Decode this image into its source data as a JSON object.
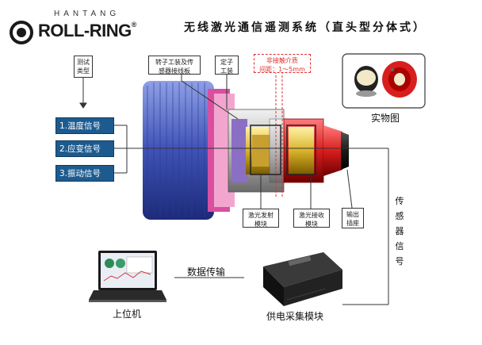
{
  "brand": {
    "top_text": "HANTANG",
    "main_text": "ROLL-RING",
    "reg_mark": "®"
  },
  "title": "无线激光通信遥测系统（直头型分体式）",
  "callouts": {
    "test_type": "测试\n类型",
    "rotor_fixture": "转子工装及传\n感器接线板",
    "stator_fixture": "定子\n工装",
    "gap": "非接触介质\n间距：1～5mm",
    "laser_tx": "激光发射\n模块",
    "laser_rx": "激光接收\n模块",
    "output_socket": "输出\n插座"
  },
  "signals": [
    {
      "label": "1.温度信号"
    },
    {
      "label": "2.应变信号"
    },
    {
      "label": "3.振动信号"
    }
  ],
  "photo_label": "实物图",
  "sensor_signal": "传感器信号",
  "data_transfer": "数据传输",
  "host_label": "上位机",
  "daq_label": "供电采集模块",
  "colors": {
    "signal_box": "#1d5b8f",
    "rotor_blue": "#4a5fbf",
    "red_part": "#d91e1e",
    "gold_part": "#d9b32a",
    "dashed_red": "#e03030"
  }
}
